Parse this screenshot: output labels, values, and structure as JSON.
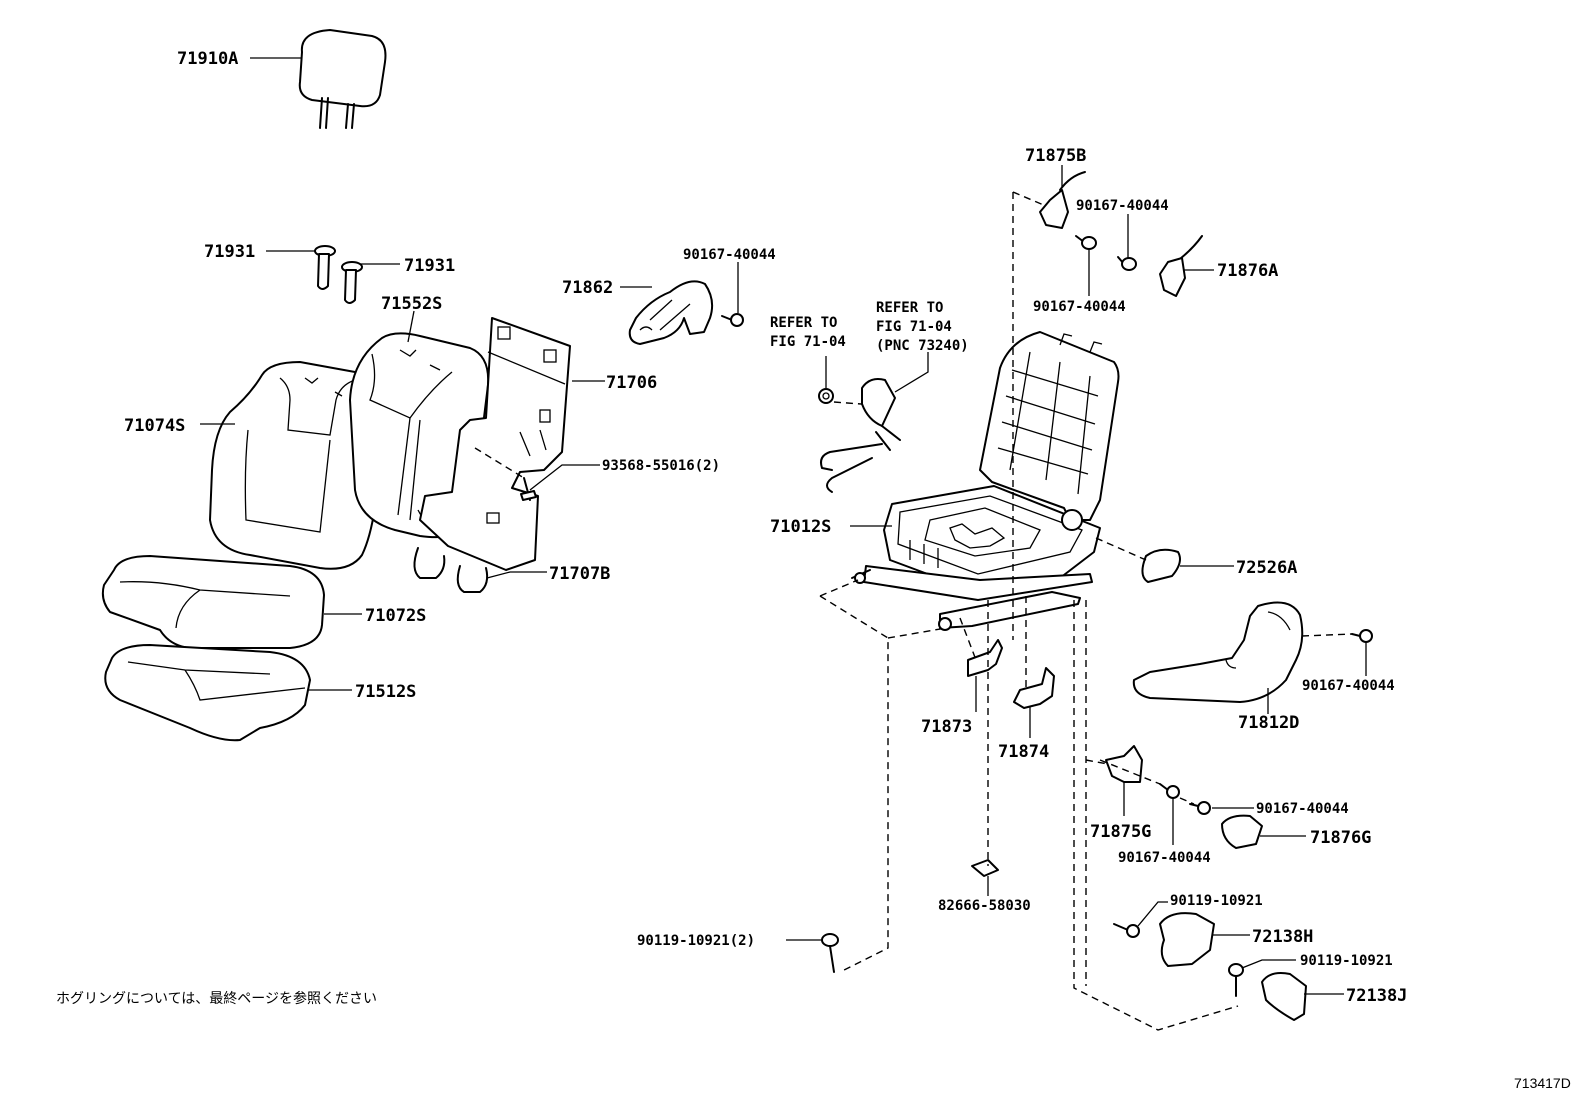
{
  "labels": {
    "headrest": "71910A",
    "support_left": "71931",
    "support_right": "71931",
    "back_cover": "71552S",
    "back_pad": "71074S",
    "back_board": "71706",
    "clip": "93568-55016(2)",
    "back_board_lower": "71707B",
    "cushion_pad": "71072S",
    "cushion_cover": "71512S",
    "cover_71862": "71862",
    "screw_top_mid": "90167-40044",
    "refer_1_line1": "REFER TO",
    "refer_1_line2": "FIG  71-04",
    "refer_2_line1": "REFER TO",
    "refer_2_line2": "FIG  71-04",
    "refer_2_line3": "(PNC 73240)",
    "cover_71875b": "71875B",
    "screw_top_right_1": "90167-40044",
    "screw_top_right_2": "90167-40044",
    "cover_71876a": "71876A",
    "frame": "71012S",
    "knob": "72526A",
    "screw_right": "90167-40044",
    "shield": "71812D",
    "bracket_71873": "71873",
    "bracket_71874": "71874",
    "cover_71875g": "71875G",
    "screw_lower_right_1": "90167-40044",
    "screw_lower_right_2": "90167-40044",
    "cover_71876g": "71876G",
    "clamp": "82666-58030",
    "bolt_left": "90119-10921(2)",
    "bolt_right_1": "90119-10921",
    "bolt_right_2": "90119-10921",
    "cover_72138h": "72138H",
    "cover_72138j": "72138J"
  },
  "note": "ホグリングについては、最終ページを参照ください",
  "figure_code": "713417D"
}
